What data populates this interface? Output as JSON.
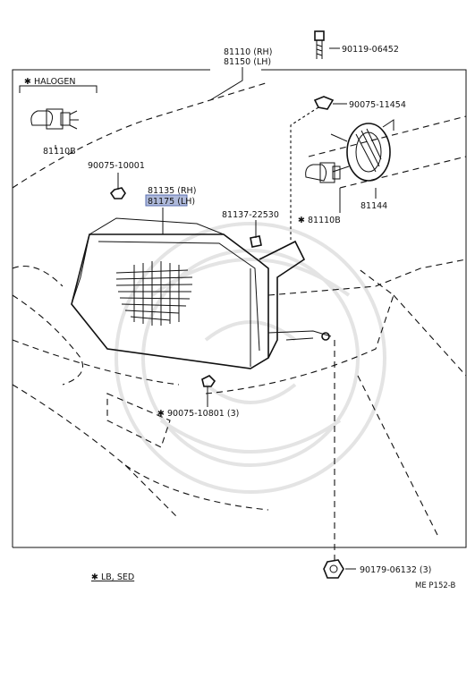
{
  "halogen_label": "✱ HALOGEN",
  "footnote": "✱  LB, SED",
  "figure_ref": "ME P152-B",
  "parts": {
    "p81110_rh": "81110 (RH)",
    "p81150_lh": "81150 (LH)",
    "p90119": "90119-06452",
    "p90075_11454": "90075-11454",
    "p81144": "81144",
    "p81110b_right": "✱ 81110B",
    "p81110b_left": "81110B",
    "p90075_10001": "90075-10001",
    "p81135_rh": "81135 (RH)",
    "p81175_lh": "81175 (LH)",
    "p81137": "81137-22530",
    "p90075_10801": "✱ 90075-10801 (3)",
    "p90179": "90179-06132 (3)"
  },
  "colors": {
    "highlight": "#aeb9da",
    "highlight_border": "#5a6fb0",
    "ink": "#111111"
  }
}
